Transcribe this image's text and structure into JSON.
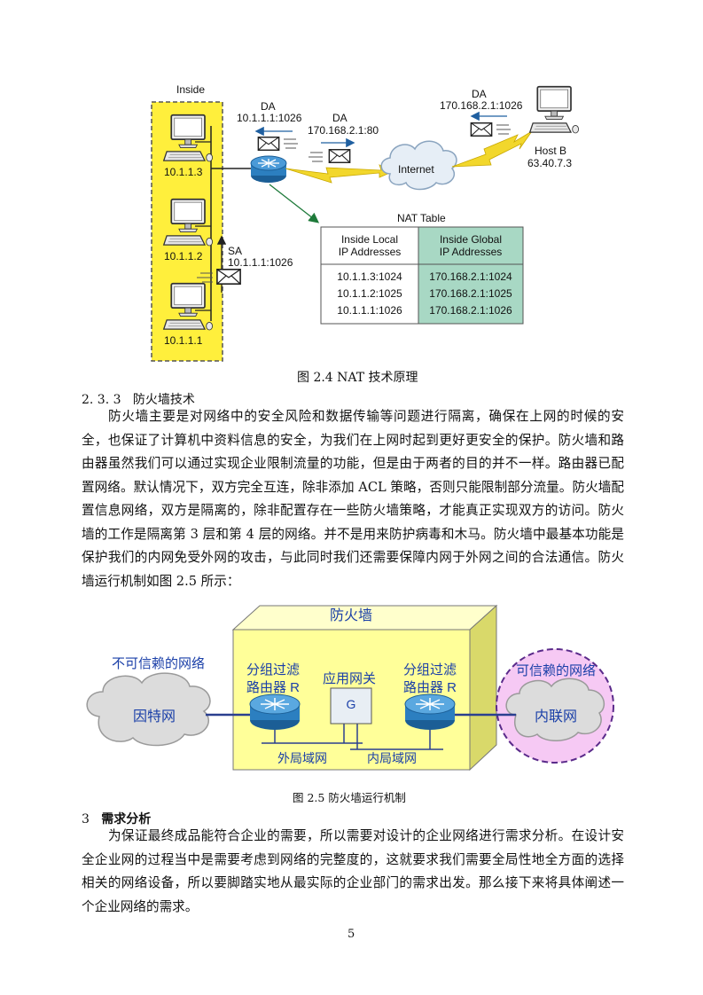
{
  "fig1": {
    "inside_label": "Inside",
    "hosts": [
      "10.1.1.3",
      "10.1.1.2",
      "10.1.1.1"
    ],
    "sa_label": "SA",
    "sa_addr": "10.1.1.1:1026",
    "da1_label": "DA",
    "da1_addr": "10.1.1.1:1026",
    "da2_label": "DA",
    "da2_addr": "170.168.2.1:80",
    "da3_label": "DA",
    "da3_addr": "170.168.2.1:1026",
    "internet_label": "Internet",
    "hostb_name": "Host B",
    "hostb_ip": "63.40.7.3",
    "nat_title": "NAT Table",
    "nat_headers": [
      "Inside Local\nIP Addresses",
      "Inside Global\nIP Addresses"
    ],
    "nat_rows": [
      [
        "10.1.1.3:1024",
        "170.168.2.1:1024"
      ],
      [
        "10.1.1.2:1025",
        "170.168.2.1:1025"
      ],
      [
        "10.1.1.1:1026",
        "170.168.2.1:1026"
      ]
    ],
    "caption": "图 2.4 NAT 技术原理",
    "colors": {
      "inside_bg": "#ffef3c",
      "router": "#2c7fc0",
      "global_col": "#a8d8c4"
    }
  },
  "section_233": {
    "number": "2. 3. 3",
    "title": "防火墙技术",
    "paragraph": "防火墙主要是对网络中的安全风险和数据传输等问题进行隔离，确保在上网的时候的安全，也保证了计算机中资料信息的安全，为我们在上网时起到更好更安全的保护。防火墙和路由器虽然我们可以通过实现企业限制流量的功能，但是由于两者的目的并不一样。路由器已配置网络。默认情况下，双方完全互连，除非添加 ACL 策略，否则只能限制部分流量。防火墙配置信息网络，双方是隔离的，除非配置存在一些防火墙策略，才能真正实现双方的访问。防火墙的工作是隔离第 3 层和第 4 层的网络。并不是用来防护病毒和木马。防火墙中最基本功能是保护我们的内网免受外网的攻击，与此同时我们还需要保障内网于外网之间的合法通信。防火墙运行机制如图 2.5 所示："
  },
  "fig2": {
    "firewall_label": "防火墙",
    "untrusted_label": "不可信赖的网络",
    "trusted_label": "可信赖的网络",
    "internet_cloud": "因特网",
    "intranet_cloud": "内联网",
    "router_left": [
      "分组过滤",
      "路由器 R"
    ],
    "router_right": [
      "分组过滤",
      "路由器 R"
    ],
    "gateway_label": "应用网关",
    "gateway_box": "G",
    "lan_out": "外局域网",
    "lan_in": "内局域网",
    "caption": "图 2.5  防火墙运行机制",
    "colors": {
      "box_face": "#ffff99",
      "box_side": "#d9d96a",
      "trusted_fill": "#f6c9f4",
      "trusted_border": "#5a2a8a",
      "cloud": "#dcdcdc"
    }
  },
  "section_3": {
    "number": "3",
    "title": "需求分析",
    "paragraph": "为保证最终成品能符合企业的需要，所以需要对设计的企业网络进行需求分析。在设计安全企业网的过程当中是需要考虑到网络的完整度的，这就要求我们需要全局性地全方面的选择相关的网络设备，所以要脚踏实地从最实际的企业部门的需求出发。那么接下来将具体阐述一个企业网络的需求。"
  },
  "page_number": "5"
}
